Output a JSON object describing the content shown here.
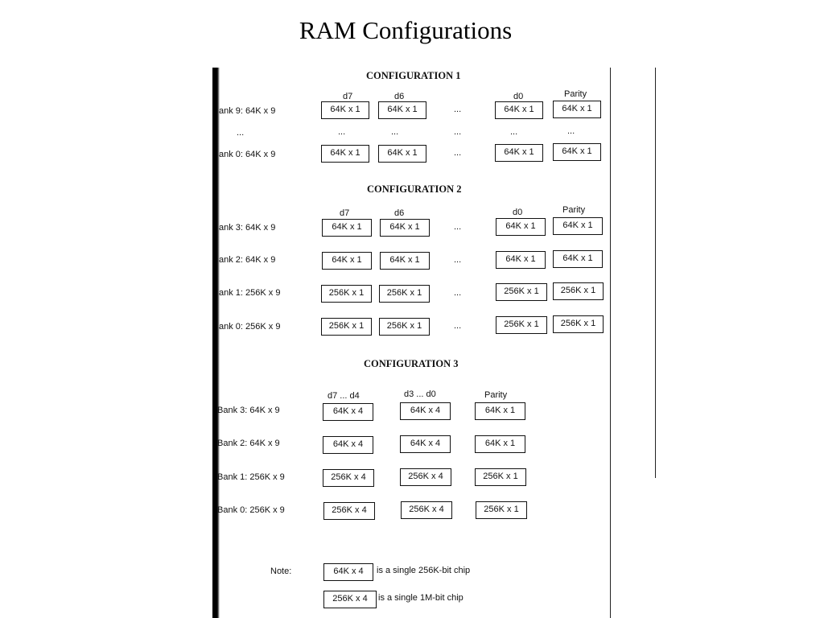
{
  "title": "RAM Configurations",
  "config1": {
    "heading": "CONFIGURATION 1",
    "cols": [
      "d7",
      "d6",
      "d0",
      "Parity"
    ],
    "rows": [
      {
        "label": "ank 9: 64K x 9",
        "chips": [
          "64K x 1",
          "64K x 1",
          "...",
          "64K x 1",
          "64K x 1"
        ]
      },
      {
        "label": "...",
        "chips": [
          "...",
          "...",
          "...",
          "...",
          "..."
        ]
      },
      {
        "label": "ank 0: 64K x 9",
        "chips": [
          "64K x 1",
          "64K x 1",
          "...",
          "64K x 1",
          "64K x 1"
        ]
      }
    ]
  },
  "config2": {
    "heading": "CONFIGURATION 2",
    "cols": [
      "d7",
      "d6",
      "d0",
      "Parity"
    ],
    "rows": [
      {
        "label": "ank 3: 64K x 9",
        "chips": [
          "64K x 1",
          "64K x 1",
          "...",
          "64K x 1",
          "64K x 1"
        ]
      },
      {
        "label": "ank 2: 64K x 9",
        "chips": [
          "64K x 1",
          "64K x 1",
          "...",
          "64K x 1",
          "64K x 1"
        ]
      },
      {
        "label": "ank 1: 256K x 9",
        "chips": [
          "256K x 1",
          "256K x 1",
          "...",
          "256K x 1",
          "256K x 1"
        ]
      },
      {
        "label": "ank 0: 256K x 9",
        "chips": [
          "256K x 1",
          "256K x 1",
          "...",
          "256K x 1",
          "256K x 1"
        ]
      }
    ]
  },
  "config3": {
    "heading": "CONFIGURATION 3",
    "cols": [
      "d7 ... d4",
      "d3 ... d0",
      "Parity"
    ],
    "rows": [
      {
        "label": "Bank 3: 64K x 9",
        "chips": [
          "64K x 4",
          "64K x 4",
          "64K x 1"
        ]
      },
      {
        "label": "Bank 2: 64K x 9",
        "chips": [
          "64K x 4",
          "64K x 4",
          "64K x 1"
        ]
      },
      {
        "label": "Bank 1: 256K x 9",
        "chips": [
          "256K x 4",
          "256K x 4",
          "256K x 1"
        ]
      },
      {
        "label": "Bank 0: 256K x 9",
        "chips": [
          "256K x 4",
          "256K x 4",
          "256K x 1"
        ]
      }
    ]
  },
  "note": {
    "label": "Note:",
    "items": [
      {
        "chip": "64K x 4",
        "text": "is a single 256K-bit chip"
      },
      {
        "chip": "256K x 4",
        "text": "is a single 1M-bit chip"
      }
    ]
  }
}
